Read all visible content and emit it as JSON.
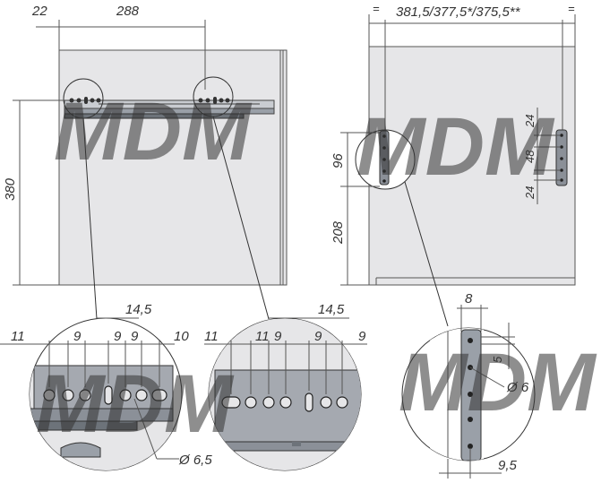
{
  "left_view": {
    "dim_offset": "22",
    "dim_depth": "288",
    "dim_height": "380"
  },
  "right_view": {
    "dim_width_eq_left": "=",
    "dim_width": "381,5/377,5*/375,5**",
    "dim_width_eq_right": "=",
    "dim_96": "96",
    "dim_208": "208",
    "dim_24_top": "24",
    "dim_48": "48",
    "dim_24_bottom": "24"
  },
  "detail_left": {
    "dim_14_5": "14,5",
    "dim_11": "11",
    "dim_9a": "9",
    "dim_9b": "9",
    "dim_9c": "9",
    "dim_10": "10",
    "dim_diam": "Ø 6,5"
  },
  "detail_middle": {
    "dim_14_5": "14,5",
    "dim_11a": "11",
    "dim_11b": "11",
    "dim_9a": "9",
    "dim_9b": "9",
    "dim_9c": "9"
  },
  "detail_right": {
    "dim_8": "8",
    "dim_5": "5",
    "dim_diam": "Ø 6",
    "dim_9_5": "9,5"
  },
  "watermark": "MDM",
  "colors": {
    "panel": "#e6e6e8",
    "line": "#333333",
    "watermark": "#d6e6f0",
    "metal": "#7a7f86"
  }
}
